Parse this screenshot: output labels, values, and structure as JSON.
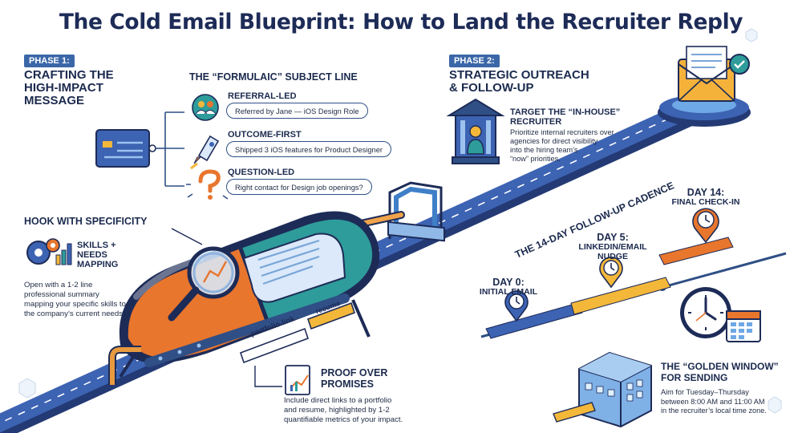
{
  "title": "The Cold Email Blueprint: How to Land the Recruiter Reply",
  "phase1": {
    "tag": "PHASE 1:",
    "heading": [
      "CRAFTING THE",
      "HIGH-IMPACT",
      "MESSAGE"
    ],
    "subject_line": {
      "heading": "THE “FORMULAIC” SUBJECT LINE",
      "items": [
        {
          "label": "REFERRAL-LED",
          "example": "Referred by Jane — iOS Design Role",
          "icon": "people-icon"
        },
        {
          "label": "OUTCOME-FIRST",
          "example": "Shipped 3 iOS features for Product Designer",
          "icon": "rocket-icon"
        },
        {
          "label": "QUESTION-LED",
          "example": "Right contact for Design job openings?",
          "icon": "question-icon"
        }
      ]
    },
    "hook": {
      "heading": "HOOK WITH SPECIFICITY",
      "sub_heading": [
        "SKILLS +",
        "NEEDS",
        "MAPPING"
      ],
      "text": [
        "Open with a 1-2 line",
        "professional summary",
        "mapping your specific skills to",
        "the company’s current needs."
      ]
    },
    "proof": {
      "heading": [
        "PROOF OVER",
        "PROMISES"
      ],
      "text": [
        "Include direct links to a portfolio",
        "and resume, highlighted by 1-2",
        "quantifiable metrics of your impact."
      ]
    },
    "capsule_labels": {
      "portfolio": "portfolio link",
      "resume": "resume"
    }
  },
  "phase2": {
    "tag": "PHASE 2:",
    "heading": [
      "STRATEGIC OUTREACH",
      "& FOLLOW-UP"
    ],
    "target": {
      "heading": [
        "TARGET THE “IN-HOUSE”",
        "RECRUITER"
      ],
      "text": [
        "Prioritize internal recruiters over",
        "agencies for direct visibility",
        "into the hiring team’s",
        "“now” priorities."
      ]
    },
    "cadence_label": "THE 14-DAY FOLLOW-UP CADENCE",
    "days": [
      {
        "day": "DAY 0:",
        "label": "INITIAL EMAIL"
      },
      {
        "day": "DAY 5:",
        "label": "LINKEDIN/EMAIL",
        "label2": "NUDGE"
      },
      {
        "day": "DAY 14:",
        "label": "FINAL CHECK-IN"
      }
    ],
    "golden_window": {
      "heading": [
        "THE “GOLDEN WINDOW”",
        "FOR SENDING"
      ],
      "text": [
        "Aim for Tuesday–Thursday",
        "between 8:00 AM and 11:00 AM",
        "in the recruiter’s local time zone."
      ]
    }
  },
  "colors": {
    "navy": "#1d2b57",
    "blue": "#3d5fa8",
    "orange": "#e8762d",
    "teal": "#2e9c9a",
    "gold": "#f3b73a",
    "cyan": "#7fd3ea"
  }
}
